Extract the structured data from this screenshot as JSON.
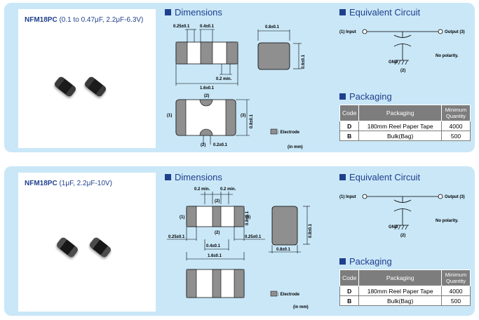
{
  "product1": {
    "name": "NFM18PC",
    "spec": "(0.1 to 0.47μF, 2.2μF-6.3V)",
    "dimensions": {
      "heading": "Dimensions",
      "top": {
        "end_width": "0.25±0.1",
        "gap": "0.4±0.1",
        "min_gap": "0.2 min.",
        "length": "1.6±0.1"
      },
      "side": {
        "width": "0.8±0.1",
        "height": "0.6±0.1"
      },
      "bottom": {
        "label_1": "(1)",
        "label_2_top": "(2)",
        "label_2_bottom": "(2)",
        "label_3": "(3)",
        "height": "0.8±0.1",
        "bottom_gap": "0.2±0.1"
      },
      "legend": ": Electrode",
      "unit": "(in mm)"
    },
    "circuit": {
      "heading": "Equivalent Circuit",
      "input": "(1)  Input",
      "output": "Output  (3)",
      "gnd": "GND",
      "gnd_num": "(2)",
      "note": "No polarity."
    },
    "packaging": {
      "heading": "Packaging",
      "headers": [
        "Code",
        "Packaging",
        "Minimum Quantity"
      ],
      "rows": [
        {
          "code": "D",
          "packaging": "180mm Reel Paper Tape",
          "qty": "4000"
        },
        {
          "code": "B",
          "packaging": "Bulk(Bag)",
          "qty": "500"
        }
      ]
    }
  },
  "product2": {
    "name": "NFM18PC",
    "spec": "(1μF, 2.2μF-10V)",
    "dimensions": {
      "heading": "Dimensions",
      "min_left": "0.2 min.",
      "min_right": "0.2 min.",
      "label_1": "(1)",
      "label_2_top": "(2)",
      "label_2_bottom": "(2)",
      "label_3": "(3)",
      "height": "0.8±0.1",
      "end_left": "0.25±0.1",
      "end_right": "0.25±0.1",
      "gap": "0.4±0.1",
      "length": "1.6±0.1",
      "side_width": "0.8±0.1",
      "side_height": "0.8±0.1",
      "legend": ": Electrode",
      "unit": "(in mm)"
    },
    "circuit": {
      "heading": "Equivalent Circuit",
      "input": "(1)  Input",
      "output": "Output  (3)",
      "gnd": "GND",
      "gnd_num": "(2)",
      "note": "No polarity."
    },
    "packaging": {
      "heading": "Packaging",
      "headers": [
        "Code",
        "Packaging",
        "Minimum Quantity"
      ],
      "rows": [
        {
          "code": "D",
          "packaging": "180mm Reel Paper Tape",
          "qty": "4000"
        },
        {
          "code": "B",
          "packaging": "Bulk(Bag)",
          "qty": "500"
        }
      ]
    }
  },
  "colors": {
    "panel": "#c9e7f7",
    "heading": "#1f3f8e",
    "electrode": "#8f8f8f",
    "table_header": "#7d7d7d"
  }
}
